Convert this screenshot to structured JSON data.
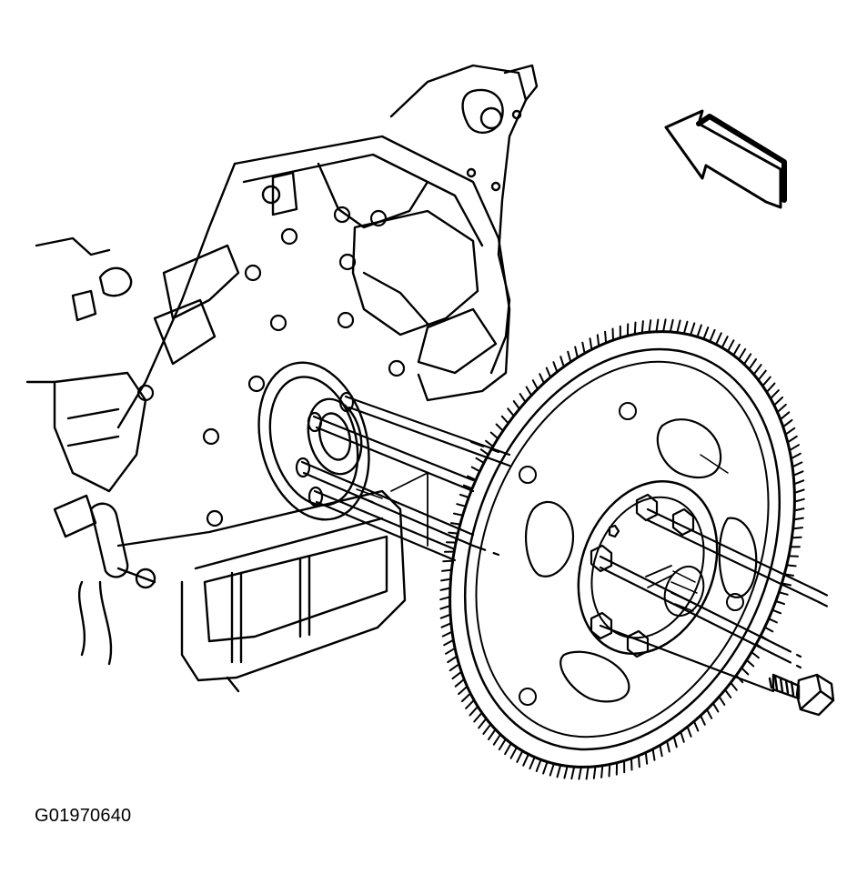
{
  "figure": {
    "id_label": "G01970640"
  },
  "colors": {
    "ink": "#000000",
    "paper": "#ffffff"
  },
  "parts": {
    "ring_gear_tooth_count": 150,
    "flexplate_bolt_count": 6
  }
}
